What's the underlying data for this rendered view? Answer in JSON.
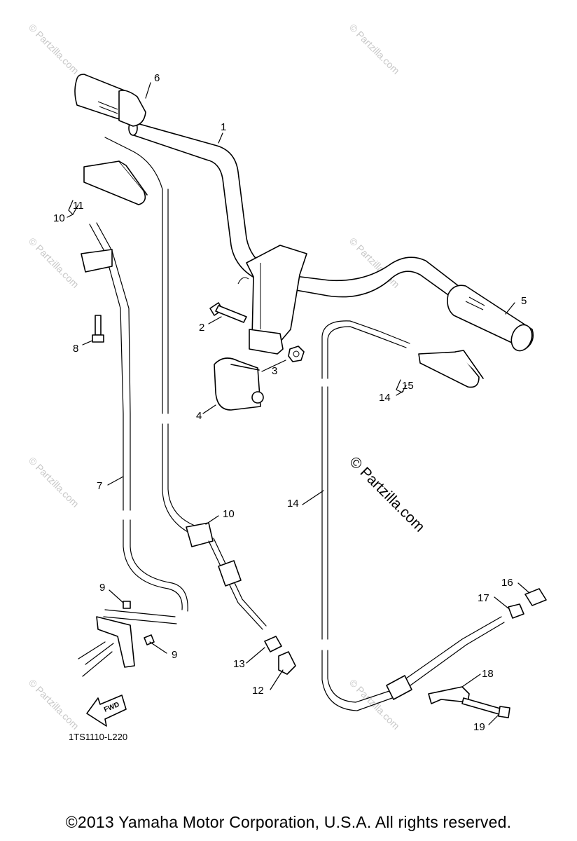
{
  "diagram_code": "1TS1110-L220",
  "fwd_label": "FWD",
  "watermark": "© Partzilla.com",
  "copyright": "©2013  Yamaha Motor Corporation, U.S.A. All rights reserved.",
  "callouts": {
    "c1": "1",
    "c2": "2",
    "c3": "3",
    "c4": "4",
    "c5": "5",
    "c6": "6",
    "c7": "7",
    "c8": "8",
    "c9a": "9",
    "c9b": "9",
    "c10a": "10",
    "c10b": "10",
    "c11": "11",
    "c12": "12",
    "c13": "13",
    "c14a": "14",
    "c14b": "14",
    "c15": "15",
    "c16": "16",
    "c17": "17",
    "c18": "18",
    "c19": "19"
  }
}
